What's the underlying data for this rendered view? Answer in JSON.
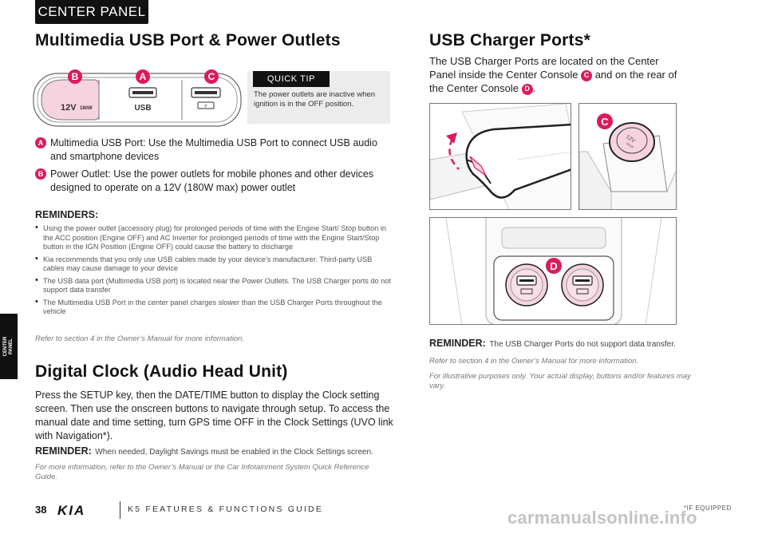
{
  "header": {
    "tab": "CENTER PANEL"
  },
  "side_tab": {
    "line1": "CENTER",
    "line2": "PANEL"
  },
  "left": {
    "title": "Multimedia USB Port & Power Outlets",
    "panel_labels": {
      "a": "A",
      "b": "B",
      "c": "C",
      "power": "12V",
      "watt": "180W",
      "usb": "USB"
    },
    "quick_tip": {
      "heading": "QUICK TIP",
      "text": "The power outlets are inactive when ignition is in the OFF position."
    },
    "items": [
      {
        "badge": "A",
        "text": "Multimedia USB Port: Use the Multimedia USB Port to connect USB audio and smartphone devices"
      },
      {
        "badge": "B",
        "text": "Power Outlet: Use the power outlets for mobile phones and other devices designed to operate on a 12V (180W max) power outlet"
      }
    ],
    "reminders_heading": "REMINDERS:",
    "reminders": [
      "Using the power outlet (accessory plug) for prolonged periods of time with the Engine Start/ Stop button in the ACC position (Engine OFF) and AC Inverter for prolonged periods of time with the Engine Start/Stop button in the IGN Position (Engine OFF) could cause the battery to discharge",
      "Kia recommends that you only use USB cables made by your device’s manufacturer. Third-party USB cables may cause damage to your device",
      "The USB data port (Multimedia USB port) is located near the Power Outlets. The USB Charger ports do not support data transfer",
      "The Multimedia USB Port in the center panel charges slower than the USB Charger Ports throughout the vehicle"
    ],
    "refer": "Refer to section 4 in the Owner’s Manual for more information.",
    "clock_title": "Digital Clock (Audio Head Unit)",
    "clock_body": "Press the SETUP key, then the DATE/TIME button to display the Clock setting screen. Then use the onscreen buttons to navigate through setup. To access the manual date and time setting, turn GPS time OFF in the Clock Settings (UVO link with Navigation*).",
    "clock_reminder_label": "REMINDER:",
    "clock_reminder_text": "When needed, Daylight Savings must be enabled in the Clock Settings screen.",
    "clock_more": "For more information, refer to the Owner’s Manual or the Car Infotainment System Quick Reference Guide."
  },
  "right": {
    "title": "USB Charger Ports*",
    "intro_1": "The USB Charger Ports are located on the Center Panel inside the Center Console",
    "intro_badge_c": "C",
    "intro_2": "and on the rear of the Center Console",
    "intro_badge_d": "D",
    "intro_end": ".",
    "photo_badge_c": "C",
    "photo_badge_d": "D",
    "photo_outlet_12v": "12V",
    "photo_outlet_watt": "180W",
    "reminder_label": "REMINDER:",
    "reminder_text": "The USB Charger Ports do not support data transfer.",
    "refer": "Refer to section 4 in the Owner’s Manual for more information.",
    "illustrative": "For illustrative purposes only. Your actual display, buttons and/or features may vary."
  },
  "footer": {
    "page": "38",
    "brand": "KIA",
    "guide": "K5 FEATURES & FUNCTIONS GUIDE",
    "if_equipped": "*IF EQUIPPED"
  },
  "watermark": "carmanualsonline.info",
  "colors": {
    "accent": "#d91c5c",
    "dark": "#111111",
    "tip_bg": "#ececec"
  }
}
